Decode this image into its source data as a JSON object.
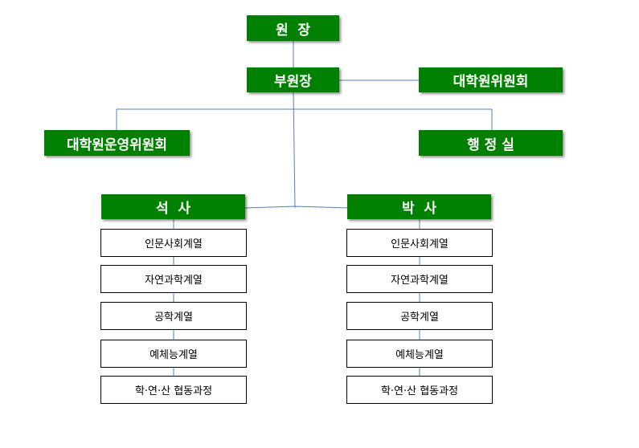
{
  "org_chart": {
    "director": "원  장",
    "vice_director": "부원장",
    "graduate_committee": "대학원위원회",
    "operations_committee": "대학원운영위원회",
    "admin_office": "행 정 실",
    "masters": {
      "title": "석  사",
      "programs": [
        "인문사회계열",
        "자연과학계열",
        "공학계열",
        "예체능계열",
        "학·연·산 협동과정"
      ]
    },
    "doctoral": {
      "title": "박  사",
      "programs": [
        "인문사회계열",
        "자연과학계열",
        "공학계열",
        "예체능계열",
        "학·연·산 협동과정"
      ]
    }
  },
  "colors": {
    "box_fill": "#008000",
    "box_text": "#ffffff",
    "connector": "#4f81bd"
  }
}
